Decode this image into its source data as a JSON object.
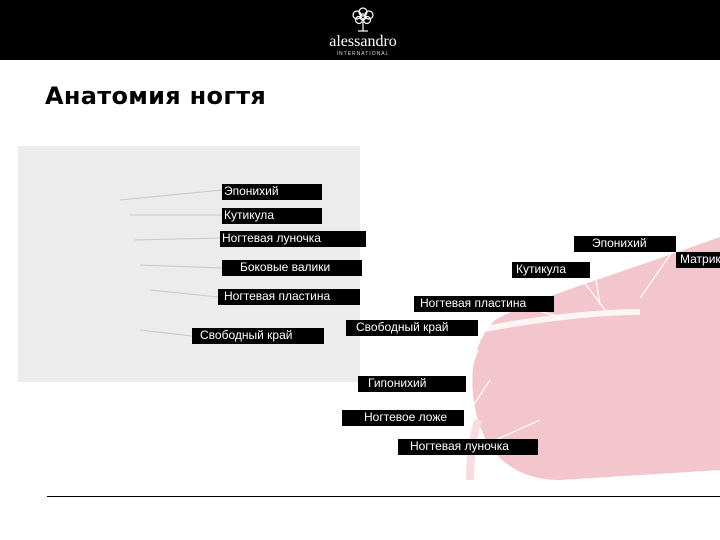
{
  "header": {
    "logo_text": "alessandro",
    "logo_subtext": "INTERNATIONAL"
  },
  "slide": {
    "title": "Анатомия ногтя"
  },
  "diagram_left": {
    "labels": [
      "Эпонихий",
      "Кутикула",
      "Ногтевая луночка",
      "Боковые валики",
      "Ногтевая пластина",
      "Свободный край"
    ]
  },
  "diagram_right": {
    "labels": [
      "Эпонихий",
      "Матрикс",
      "Кутикула",
      "Ногтевая пластина",
      "Свободный край",
      "Гипонихий",
      "Ногтевое ложе",
      "Ногтевая луночка"
    ]
  },
  "colors": {
    "header_bg": "#000000",
    "label_bg": "#000000",
    "label_text": "#ffffff",
    "nail_pink": "#f2c6cc",
    "panel_bg": "#ececec"
  }
}
